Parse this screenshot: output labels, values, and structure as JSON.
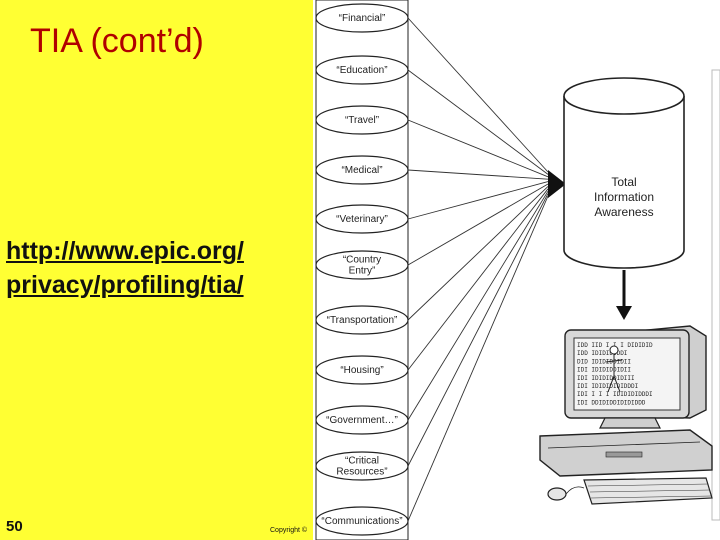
{
  "slide": {
    "title": "TIA (cont’d)",
    "url_line1": "http://www.epic.org/",
    "url_line2": "privacy/profiling/tia/",
    "page_number": "50",
    "copyright": "Copyright ©"
  },
  "diagram": {
    "database_label": [
      "Total",
      "Information",
      "Awareness"
    ],
    "sources": [
      [
        "“Financial”"
      ],
      [
        "“Education”"
      ],
      [
        "“Travel”"
      ],
      [
        "“Medical”"
      ],
      [
        "“Veterinary”"
      ],
      [
        "“Country",
        "Entry”"
      ],
      [
        "“Transportation”"
      ],
      [
        "“Housing”"
      ],
      [
        "“Government…”"
      ],
      [
        "“Critical",
        "Resources”"
      ],
      [
        "“Communications”"
      ]
    ],
    "screen_lines": [
      "IDD  IID I I I DIDIDID",
      "IDD  IDIDIDIDDI",
      "DID  IDIDIDDIDII",
      "IDI  IDIDIDDIDII",
      "IDI  IDIDIDDIDIII",
      "IDI  IDIDIDIDIDDDI",
      "IDI  I I I IDIDIDIDDDI",
      "IDI  DDIDIDDIDIDIDDD"
    ]
  }
}
